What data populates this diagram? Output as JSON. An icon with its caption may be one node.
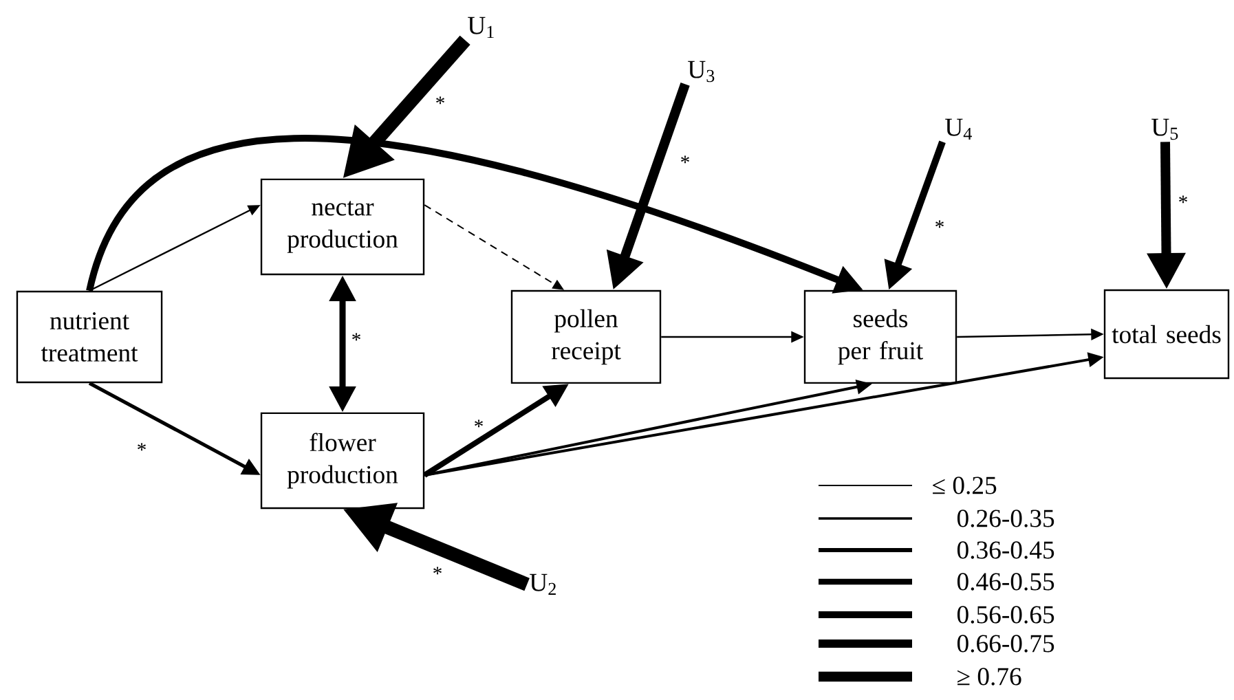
{
  "diagram": {
    "nodes": [
      {
        "text": [
          "nutrient treatment"
        ]
      },
      {
        "text": [
          "nectar production"
        ]
      },
      {
        "text": [
          "flower production"
        ]
      },
      {
        "text": [
          "pollen receipt"
        ]
      },
      {
        "text": [
          "seeds per fruit"
        ]
      },
      {
        "text": [
          "total seeds"
        ]
      },
      {
        "text": [
          "U$_{1}$"
        ]
      },
      {
        "text": [
          "U$_{2}$"
        ]
      },
      {
        "text": [
          "U$_{3}$"
        ]
      },
      {
        "text": [
          "U$_{4}$"
        ]
      },
      {
        "text": [
          "U$_{5}$"
        ]
      }
    ],
    "edges": [
      {
        "from": 0,
        "to": 1,
        "arrow": "to"
      },
      {
        "from": 0,
        "to": 2,
        "arrow": "to",
        "label": "*"
      },
      {
        "from": 0,
        "to": 4,
        "arrow": "to"
      },
      {
        "from": 1,
        "to": 3,
        "arrow": "to",
        "style": "dashed"
      },
      {
        "from": 1,
        "to": 2,
        "arrow": "both",
        "label": "*"
      },
      {
        "from": 2,
        "to": 3,
        "arrow": "to",
        "label": "*"
      },
      {
        "from": 2,
        "to": 4,
        "arrow": "to"
      },
      {
        "from": 2,
        "to": 5,
        "arrow": "to"
      },
      {
        "from": 3,
        "to": 4,
        "arrow": "to"
      },
      {
        "from": 4,
        "to": 5,
        "arrow": "to"
      },
      {
        "from": 6,
        "to": 1,
        "arrow": "to",
        "label": "*",
        "style": "thick"
      },
      {
        "from": 7,
        "to": 2,
        "arrow": "to",
        "label": "*",
        "style": "thick"
      },
      {
        "from": 8,
        "to": 3,
        "arrow": "to",
        "label": "*"
      },
      {
        "from": 9,
        "to": 4,
        "arrow": "to",
        "label": "*"
      },
      {
        "from": 10,
        "to": 5,
        "arrow": "to",
        "label": "*"
      }
    ],
    "legend": [
      {
        "text": "≤ 0.25"
      },
      {
        "text": "0.26-0.35"
      },
      {
        "text": "0.36-0.45"
      },
      {
        "text": "0.46-0.55"
      },
      {
        "text": "0.56-0.65"
      },
      {
        "text": "0.66-0.75"
      },
      {
        "text": "≥ 0.76"
      }
    ]
  }
}
